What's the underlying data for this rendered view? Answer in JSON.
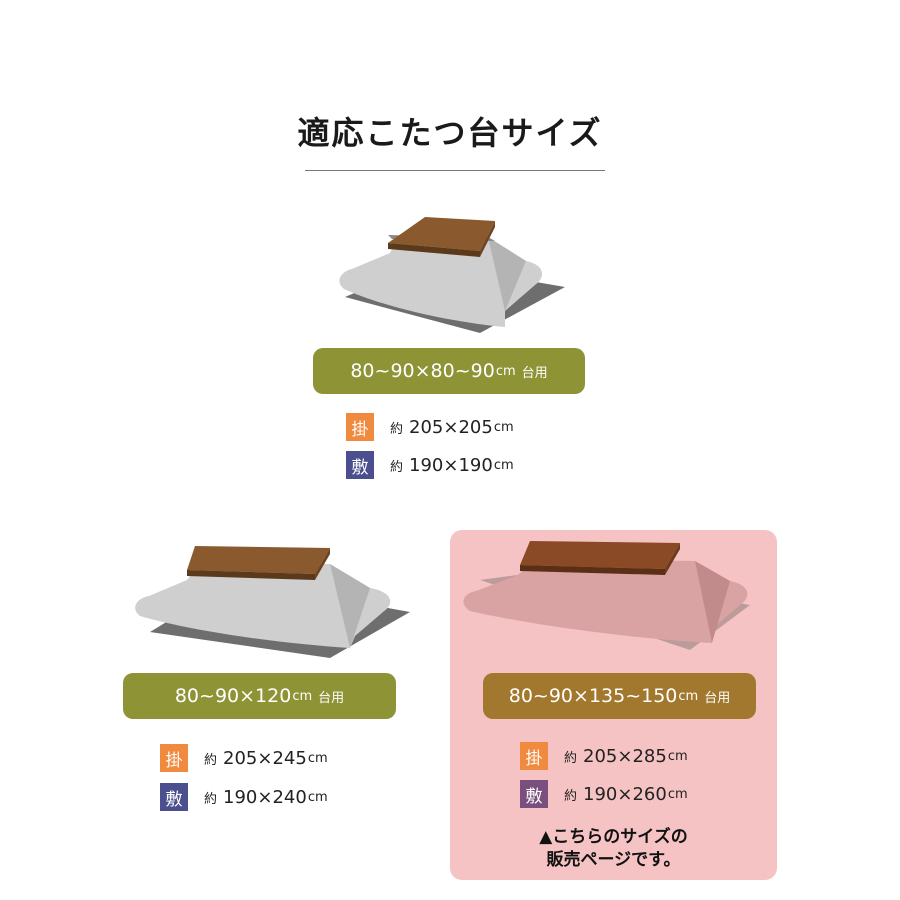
{
  "title": "適応こたつ台サイズ",
  "colors": {
    "pill_green": "#8e9336",
    "pill_highlight": "#a2782e",
    "badge_kake": "#f08a3e",
    "badge_shiki": "#4b4f8e",
    "highlight_bg": "#f5c3c3"
  },
  "sizes": [
    {
      "table_size": "80~90×80~90",
      "table_unit": "cm",
      "use_label": "台用",
      "kake": {
        "badge": "掛",
        "approx": "約",
        "value": "205×205",
        "unit": "cm"
      },
      "shiki": {
        "badge": "敷",
        "approx": "約",
        "value": "190×190",
        "unit": "cm"
      }
    },
    {
      "table_size": "80~90×120",
      "table_unit": "cm",
      "use_label": "台用",
      "kake": {
        "badge": "掛",
        "approx": "約",
        "value": "205×245",
        "unit": "cm"
      },
      "shiki": {
        "badge": "敷",
        "approx": "約",
        "value": "190×240",
        "unit": "cm"
      }
    },
    {
      "table_size": "80~90×135~150",
      "table_unit": "cm",
      "use_label": "台用",
      "kake": {
        "badge": "掛",
        "approx": "約",
        "value": "205×285",
        "unit": "cm"
      },
      "shiki": {
        "badge": "敷",
        "approx": "約",
        "value": "190×260",
        "unit": "cm"
      }
    }
  ],
  "note": {
    "line1": "▲こちらのサイズの",
    "line2": "販売ページです。"
  }
}
